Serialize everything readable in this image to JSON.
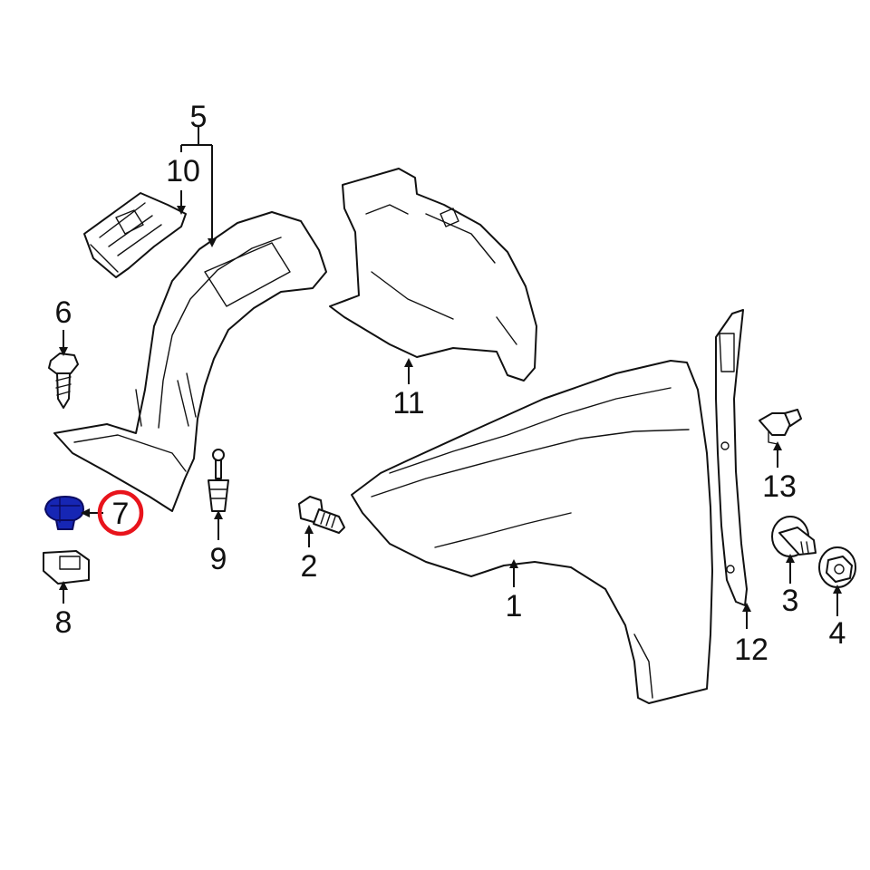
{
  "diagram": {
    "callouts": [
      "1",
      "2",
      "3",
      "4",
      "5",
      "6",
      "7",
      "8",
      "9",
      "10",
      "11",
      "12",
      "13"
    ],
    "highlighted_callout": "7",
    "highlight_ring_color": "#e8141c",
    "highlighted_part_color": "#1626b4"
  }
}
